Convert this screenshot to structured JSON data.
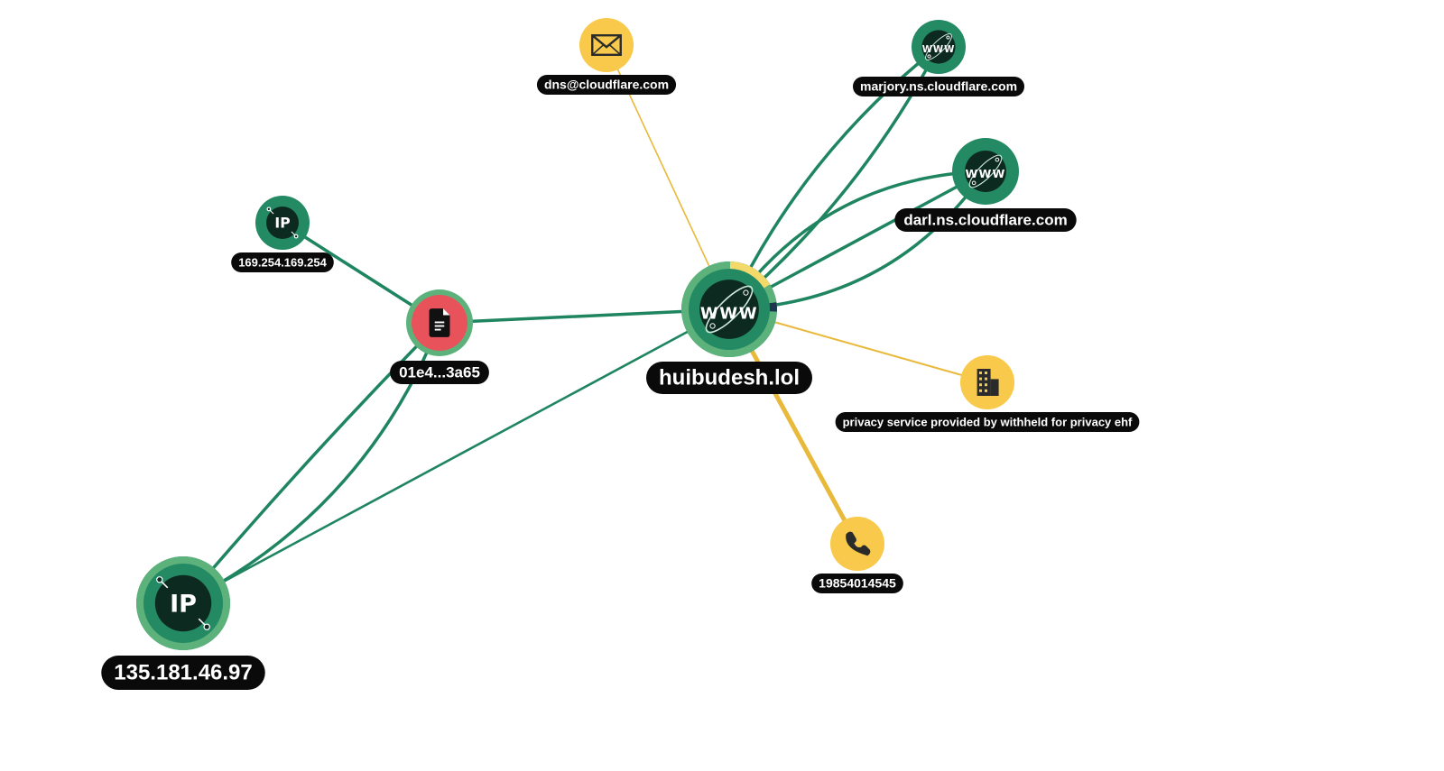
{
  "graph": {
    "colors": {
      "domain_ring": "#5cb27a",
      "domain_fill": "#238a63",
      "icon_dark": "#0d2a20",
      "contact_fill": "#f8c94a",
      "contact_icon": "#2b2b2b",
      "file_fill": "#e8525b",
      "edge_green": "#1f8560",
      "edge_yellow": "#e8b93a",
      "label_bg": "#0a0a0a",
      "label_text": "#ffffff"
    },
    "nodes": [
      {
        "id": "domain-main",
        "kind": "domain",
        "icon": "www-icon",
        "icon_text": "WWW",
        "label": "huibudesh.lol",
        "size": "large"
      },
      {
        "id": "ns-marjory",
        "kind": "domain",
        "icon": "www-icon",
        "icon_text": "WWW",
        "label": "marjory.ns.cloudflare.com",
        "size": "small"
      },
      {
        "id": "ns-darl",
        "kind": "domain",
        "icon": "www-icon",
        "icon_text": "WWW",
        "label": "darl.ns.cloudflare.com",
        "size": "medium"
      },
      {
        "id": "email",
        "kind": "contact",
        "icon": "mail-icon",
        "label": "dns@cloudflare.com",
        "size": "small"
      },
      {
        "id": "org",
        "kind": "contact",
        "icon": "building-icon",
        "label": "privacy service provided by withheld for privacy ehf",
        "size": "small"
      },
      {
        "id": "phone",
        "kind": "contact",
        "icon": "phone-icon",
        "label": "19854014545",
        "size": "small"
      },
      {
        "id": "file",
        "kind": "file",
        "icon": "file-icon",
        "label": "01e4...3a65",
        "size": "medium"
      },
      {
        "id": "ip-link-local",
        "kind": "ip",
        "icon": "ip-icon",
        "icon_text": "IP",
        "label": "169.254.169.254",
        "size": "small"
      },
      {
        "id": "ip-main",
        "kind": "ip",
        "icon": "ip-icon",
        "icon_text": "IP",
        "label": "135.181.46.97",
        "size": "large"
      }
    ],
    "edges": [
      {
        "from": "domain-main",
        "to": "email",
        "color": "yellow"
      },
      {
        "from": "domain-main",
        "to": "org",
        "color": "yellow"
      },
      {
        "from": "domain-main",
        "to": "phone",
        "color": "yellow"
      },
      {
        "from": "domain-main",
        "to": "ns-marjory",
        "color": "green"
      },
      {
        "from": "domain-main",
        "to": "ns-marjory",
        "color": "green"
      },
      {
        "from": "domain-main",
        "to": "ns-darl",
        "color": "green"
      },
      {
        "from": "domain-main",
        "to": "ns-darl",
        "color": "green"
      },
      {
        "from": "domain-main",
        "to": "ns-darl",
        "color": "green"
      },
      {
        "from": "domain-main",
        "to": "file",
        "color": "green"
      },
      {
        "from": "domain-main",
        "to": "ip-main",
        "color": "green"
      },
      {
        "from": "file",
        "to": "ip-link-local",
        "color": "green"
      },
      {
        "from": "file",
        "to": "ip-main",
        "color": "green"
      },
      {
        "from": "file",
        "to": "ip-main",
        "color": "green"
      }
    ]
  }
}
